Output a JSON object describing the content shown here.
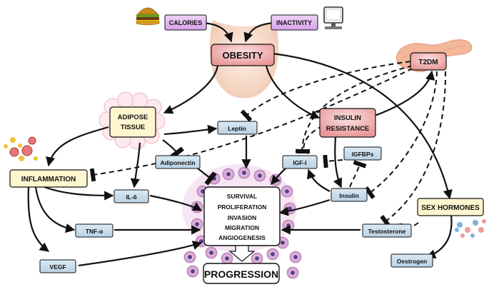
{
  "nodes": {
    "calories": "CALORIES",
    "inactivity": "INACTIVITY",
    "obesity": "OBESITY",
    "t2dm": "T2DM",
    "adipose_line1": "ADIPOSE",
    "adipose_line2": "TISSUE",
    "leptin": "Leptin",
    "insulin_res_line1": "INSULIN",
    "insulin_res_line2": "RESISTANCE",
    "igfbps": "IGFBPs",
    "adiponectin": "Adiponectin",
    "igf1": "IGF-I",
    "inflammation": "INFLAMMATION",
    "il6": "IL-6",
    "insulin": "Insulin",
    "sex_hormones": "SEX HORMONES",
    "tnf": "TNF-α",
    "testosterone": "Testosterone",
    "vegf": "VEGF",
    "oestrogen": "Oestrogen",
    "progression": "PROGRESSION"
  },
  "outcomes": [
    "SURVIVAL",
    "PROLIFERATION",
    "INVASION",
    "MIGRATION",
    "ANGIOGENESIS"
  ],
  "colors": {
    "purple_fill": "#e3b6f0",
    "red_fill": "#f2b3b3",
    "yellow_fill": "#fff6cf",
    "blue_fill": "#c6dcec",
    "cell_pink": "#d9a8d6",
    "stroke": "#1b1b1b"
  },
  "icons": {
    "burger": "burger-icon",
    "computer": "computer-icon",
    "pancreas": "pancreas-icon",
    "cells": "blood-cells-icon"
  }
}
